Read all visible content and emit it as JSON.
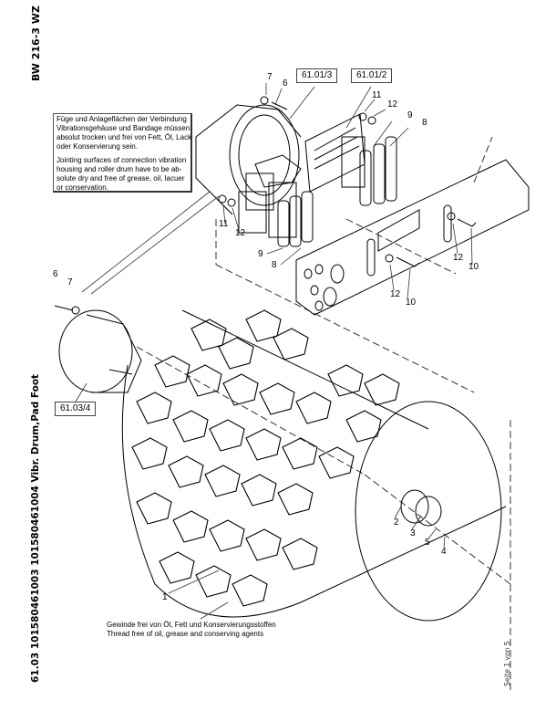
{
  "header": {
    "model_id": "BW 216-3 WZ",
    "doc_title": "61.03 101580461003 101580461004 Vibr. Drum,Pad Foot",
    "page_number": "Seite 1 von 5"
  },
  "notes": {
    "assembly_de": "Füge und Anlageflächen der Verbindung\nVibrationsgehäuse und Bandage müssen\nabsolut trocken und frei von Fett, Öl, Lack\noder Konservierung sein.",
    "assembly_en": "Jointing surfaces of connection vibration\nhousing and roller drum have to be ab-\nsolute dry and free of grease, oil, lacuer\nor conservation.",
    "thread_de": "Gewinde frei von Öl, Fett und Konservierungsstoffen",
    "thread_en": "Thread free of oil, grease and conserving agents"
  },
  "reference_boxes": [
    {
      "label": "61.01/3"
    },
    {
      "label": "61.01/2"
    },
    {
      "label": "61.03/4"
    }
  ],
  "callouts": [
    {
      "label": "7"
    },
    {
      "label": "6"
    },
    {
      "label": "11"
    },
    {
      "label": "12"
    },
    {
      "label": "9"
    },
    {
      "label": "8"
    },
    {
      "label": "11"
    },
    {
      "label": "12"
    },
    {
      "label": "9"
    },
    {
      "label": "8"
    },
    {
      "label": "12"
    },
    {
      "label": "10"
    },
    {
      "label": "12"
    },
    {
      "label": "10"
    },
    {
      "label": "6"
    },
    {
      "label": "7"
    },
    {
      "label": "2"
    },
    {
      "label": "3"
    },
    {
      "label": "5"
    },
    {
      "label": "4"
    },
    {
      "label": "1"
    }
  ]
}
